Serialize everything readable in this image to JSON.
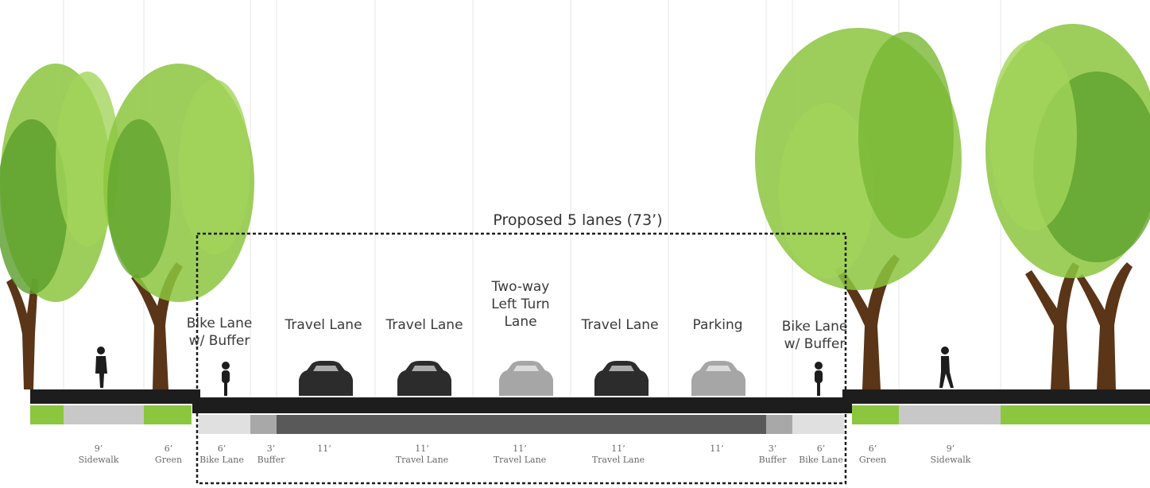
{
  "title": "Proposed 5 lanes (73’)",
  "lanes": [
    {
      "label": "Bike Lane\nw/ Buffer",
      "icon": "cyclist-icon"
    },
    {
      "label": "Travel Lane",
      "icon": "car-dark-icon"
    },
    {
      "label": "Travel Lane",
      "icon": "car-dark-icon"
    },
    {
      "label": "Two-way\nLeft Turn\nLane",
      "icon": "car-gray-icon"
    },
    {
      "label": "Travel Lane",
      "icon": "car-dark-icon"
    },
    {
      "label": "Parking",
      "icon": "car-gray-icon"
    },
    {
      "label": "Bike Lane\nw/ Buffer",
      "icon": "cyclist-icon"
    }
  ],
  "dimensions": [
    {
      "value": "9’",
      "name": "Sidewalk"
    },
    {
      "value": "6’",
      "name": "Green"
    },
    {
      "value": "6’",
      "name": "Bike Lane"
    },
    {
      "value": "3’",
      "name": "Buffer"
    },
    {
      "value": "11’",
      "name": ""
    },
    {
      "value": "11’",
      "name": "Travel Lane"
    },
    {
      "value": "11’",
      "name": "Travel Lane"
    },
    {
      "value": "11’",
      "name": "Travel Lane"
    },
    {
      "value": "11’",
      "name": ""
    },
    {
      "value": "3’",
      "name": "Buffer"
    },
    {
      "value": "6’",
      "name": "Bike Lane"
    },
    {
      "value": "6’",
      "name": "Green"
    },
    {
      "value": "9’",
      "name": "Sidewalk"
    }
  ],
  "colors": {
    "road": "#1d1d1d",
    "green_strip": "#8cc63f",
    "sidewalk_strip": "#c8c8c8",
    "buffer_strip": "#a8a8a8",
    "travel_strip": "#595959",
    "bike_strip": "#e0e0e0",
    "tree_light": "#8cc63f",
    "tree_dark": "#5a9e2a",
    "trunk": "#5a3518",
    "car_dark": "#2c2c2c",
    "car_gray": "#a6a6a6"
  }
}
